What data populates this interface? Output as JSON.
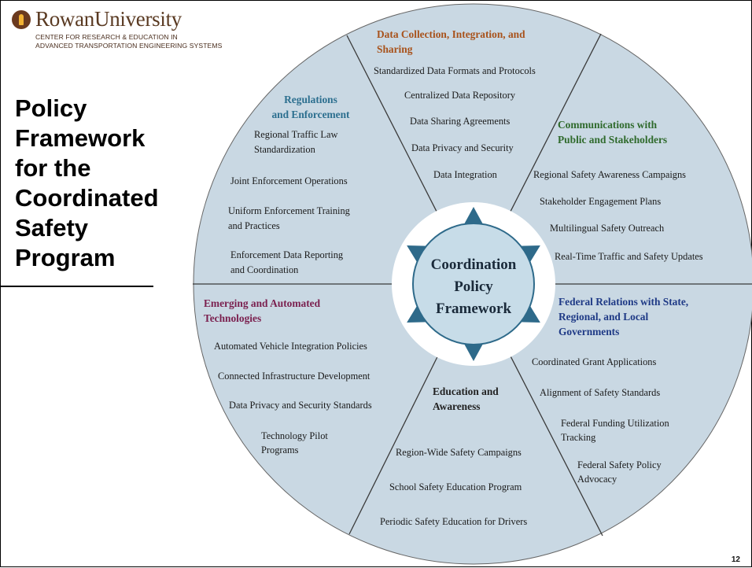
{
  "logo": {
    "name": "RowanUniversity",
    "sub_line1": "CENTER FOR RESEARCH & EDUCATION IN",
    "sub_line2": "ADVANCED TRANSPORTATION ENGINEERING SYSTEMS"
  },
  "title": {
    "lines": [
      "Policy",
      "Framework",
      "for the",
      "Coordinated",
      "Safety",
      "Program"
    ]
  },
  "page_number": "12",
  "center": {
    "lines": [
      "Coordination",
      "Policy",
      "Framework"
    ]
  },
  "colors": {
    "outer_fill": "#c9d8e3",
    "ring_fill": "#ffffff",
    "core_fill": "#c7dce8",
    "arrow": "#2e6a8a",
    "divider": "#3a3a3a"
  },
  "segments": [
    {
      "id": "data-collection",
      "heading": [
        "Data Collection, Integration, and",
        "Sharing"
      ],
      "heading_color": "#a8521b",
      "items": [
        [
          "Standardized Data Formats and Protocols"
        ],
        [
          "Centralized Data Repository"
        ],
        [
          "Data Sharing Agreements"
        ],
        [
          "Data Privacy and Security"
        ],
        [
          "Data Integration"
        ]
      ]
    },
    {
      "id": "communications",
      "heading": [
        "Communications with",
        "Public and Stakeholders"
      ],
      "heading_color": "#2f6a2c",
      "items": [
        [
          "Regional Safety Awareness Campaigns"
        ],
        [
          "Stakeholder Engagement Plans"
        ],
        [
          "Multilingual Safety Outreach"
        ],
        [
          "Real-Time Traffic and Safety Updates"
        ]
      ]
    },
    {
      "id": "federal-relations",
      "heading": [
        "Federal Relations with State,",
        "Regional, and Local",
        "Governments"
      ],
      "heading_color": "#1f3a86",
      "items": [
        [
          "Coordinated Grant Applications"
        ],
        [
          "Alignment of Safety Standards"
        ],
        [
          "Federal Funding Utilization",
          "Tracking"
        ],
        [
          "Federal Safety Policy",
          "Advocacy"
        ]
      ]
    },
    {
      "id": "education",
      "heading": [
        "Education and",
        "Awareness"
      ],
      "heading_color": "#222222",
      "items": [
        [
          "Region-Wide Safety Campaigns"
        ],
        [
          "School Safety Education Program"
        ],
        [
          "Periodic Safety Education for Drivers"
        ]
      ]
    },
    {
      "id": "emerging-tech",
      "heading": [
        "Emerging and Automated",
        "Technologies"
      ],
      "heading_color": "#7a1f4e",
      "items": [
        [
          "Automated Vehicle Integration Policies"
        ],
        [
          "Connected Infrastructure Development"
        ],
        [
          "Data Privacy and Security Standards"
        ],
        [
          "Technology Pilot",
          "Programs"
        ]
      ]
    },
    {
      "id": "regulations",
      "heading": [
        "Regulations",
        "and Enforcement"
      ],
      "heading_color": "#2c6f8f",
      "items": [
        [
          "Regional Traffic Law",
          "Standardization"
        ],
        [
          "Joint Enforcement Operations"
        ],
        [
          "Uniform Enforcement Training",
          "and Practices"
        ],
        [
          "Enforcement Data Reporting",
          "and Coordination"
        ]
      ]
    }
  ]
}
